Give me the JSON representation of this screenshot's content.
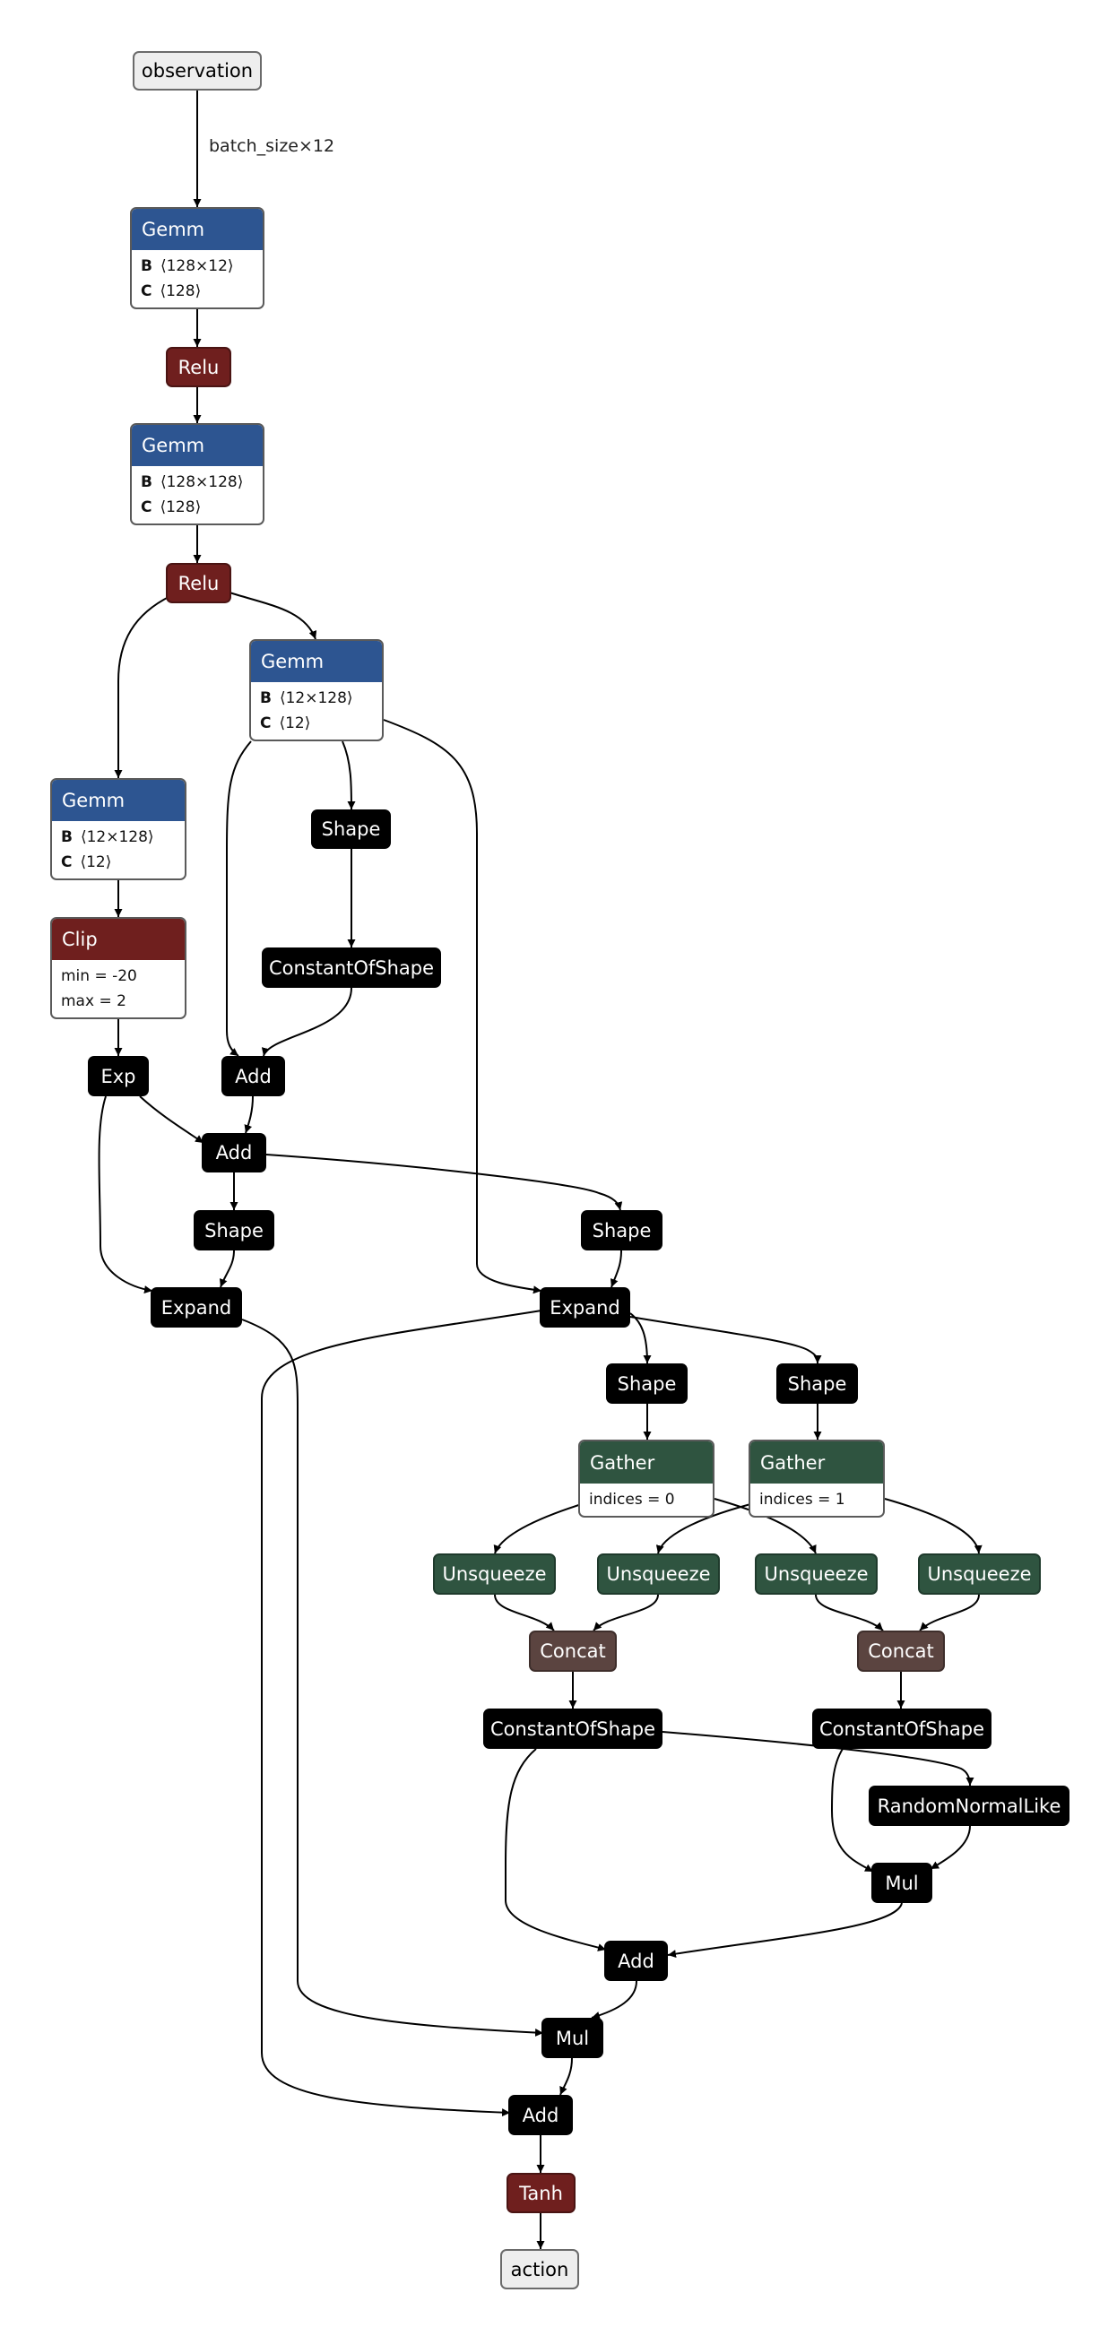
{
  "graph": {
    "edge_label_observation": "batch_size×12",
    "nodes": {
      "observation": {
        "label": "observation"
      },
      "gemm1": {
        "label": "Gemm",
        "attrs": [
          {
            "k": "B",
            "v": "⟨128×12⟩"
          },
          {
            "k": "C",
            "v": "⟨128⟩"
          }
        ]
      },
      "relu1": {
        "label": "Relu"
      },
      "gemm2": {
        "label": "Gemm",
        "attrs": [
          {
            "k": "B",
            "v": "⟨128×128⟩"
          },
          {
            "k": "C",
            "v": "⟨128⟩"
          }
        ]
      },
      "relu2": {
        "label": "Relu"
      },
      "gemm3": {
        "label": "Gemm",
        "attrs": [
          {
            "k": "B",
            "v": "⟨12×128⟩"
          },
          {
            "k": "C",
            "v": "⟨12⟩"
          }
        ]
      },
      "gemm4": {
        "label": "Gemm",
        "attrs": [
          {
            "k": "B",
            "v": "⟨12×128⟩"
          },
          {
            "k": "C",
            "v": "⟨12⟩"
          }
        ]
      },
      "shape1": {
        "label": "Shape"
      },
      "cos1": {
        "label": "ConstantOfShape"
      },
      "clip": {
        "label": "Clip",
        "attrs": [
          {
            "k": "",
            "v": "min = -20"
          },
          {
            "k": "",
            "v": "max = 2"
          }
        ]
      },
      "exp": {
        "label": "Exp"
      },
      "add1": {
        "label": "Add"
      },
      "add2": {
        "label": "Add"
      },
      "shape2": {
        "label": "Shape"
      },
      "shape3": {
        "label": "Shape"
      },
      "expand1": {
        "label": "Expand"
      },
      "expand2": {
        "label": "Expand"
      },
      "shape4": {
        "label": "Shape"
      },
      "shape5": {
        "label": "Shape"
      },
      "gather1": {
        "label": "Gather",
        "attrs": [
          {
            "k": "",
            "v": "indices = 0"
          }
        ]
      },
      "gather2": {
        "label": "Gather",
        "attrs": [
          {
            "k": "",
            "v": "indices = 1"
          }
        ]
      },
      "unsq1": {
        "label": "Unsqueeze"
      },
      "unsq2": {
        "label": "Unsqueeze"
      },
      "unsq3": {
        "label": "Unsqueeze"
      },
      "unsq4": {
        "label": "Unsqueeze"
      },
      "concat1": {
        "label": "Concat"
      },
      "concat2": {
        "label": "Concat"
      },
      "cos2": {
        "label": "ConstantOfShape"
      },
      "cos3": {
        "label": "ConstantOfShape"
      },
      "rnl": {
        "label": "RandomNormalLike"
      },
      "mul1": {
        "label": "Mul"
      },
      "add3": {
        "label": "Add"
      },
      "mul2": {
        "label": "Mul"
      },
      "add4": {
        "label": "Add"
      },
      "tanh": {
        "label": "Tanh"
      },
      "action": {
        "label": "action"
      }
    }
  },
  "colors": {
    "edge": "#000000",
    "gemm_header": "#2d5591",
    "relu": "#6f1f1e",
    "gather_unsqueeze": "#2f5440",
    "concat": "#5b4440",
    "generic_op": "#000000",
    "io": "#eeeeee"
  }
}
